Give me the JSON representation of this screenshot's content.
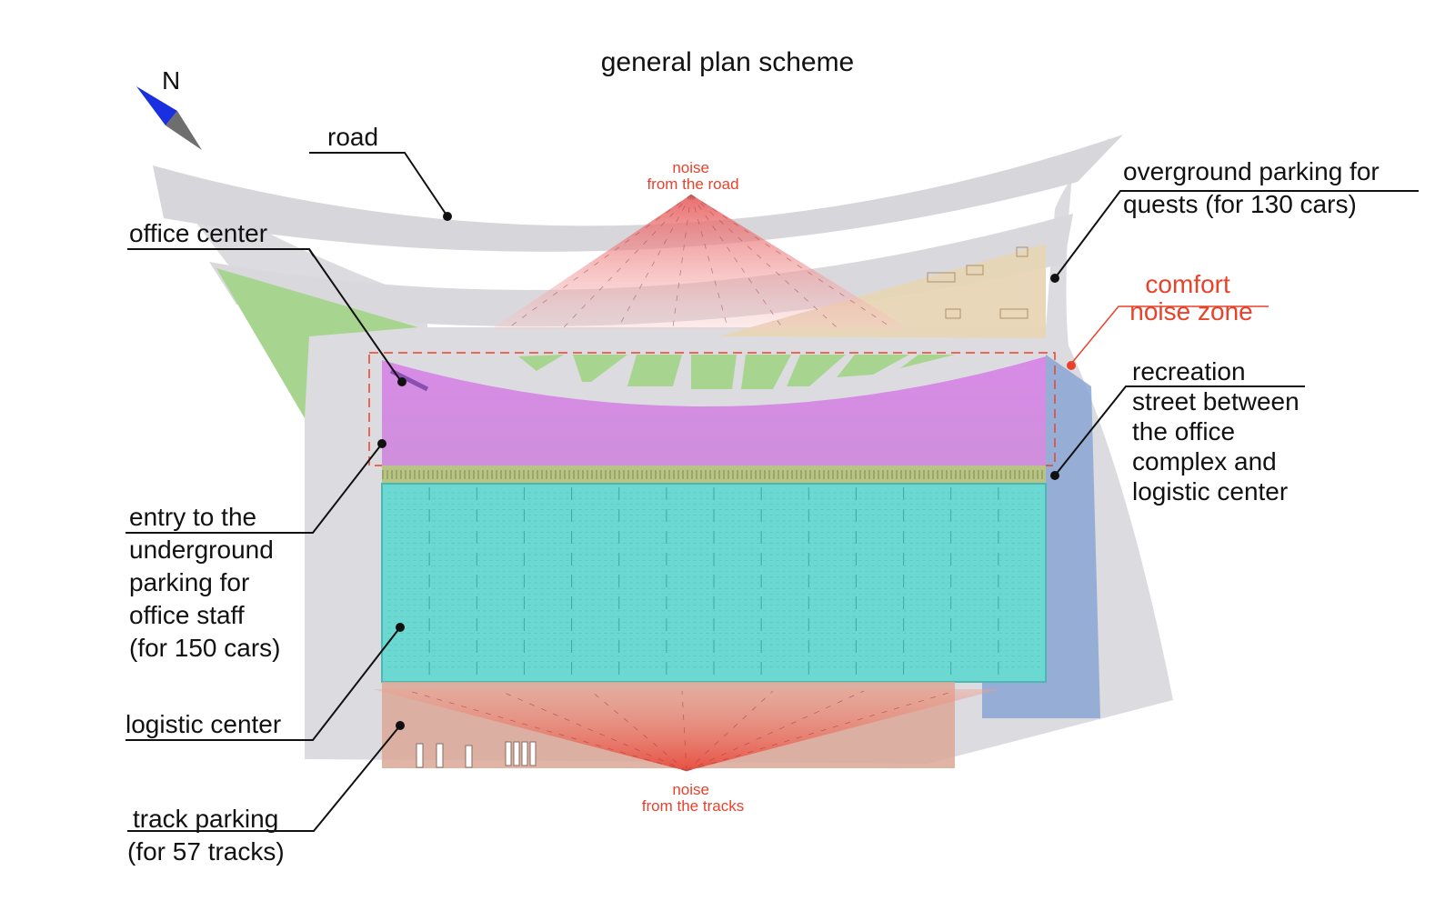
{
  "title": "general plan scheme",
  "compass": {
    "letter": "N",
    "icon": "north-arrow-icon"
  },
  "labels": {
    "road": "road",
    "office_center": "office center",
    "overground_parking": [
      "overground parking for",
      "quests (for 130 cars)"
    ],
    "comfort_noise_zone": [
      "comfort",
      "noise zone"
    ],
    "recreation_street": [
      "recreation",
      "street between",
      "the office",
      "complex and",
      "logistic center"
    ],
    "entry_underground": [
      "entry to the",
      "underground",
      "parking for",
      "office staff",
      "(for 150 cars)"
    ],
    "logistic_center": "logistic center",
    "track_parking": [
      "track parking",
      "(for 57 tracks)"
    ]
  },
  "noise": {
    "road": [
      "noise",
      "from the road"
    ],
    "tracks": [
      "noise",
      "from the tracks"
    ]
  },
  "colors": {
    "road": "#d9d9de",
    "office": "#d38fe0",
    "logistic": "#62d9d2",
    "green": "#a9d690",
    "parking": "#e8d6b6",
    "track_parking": "#dba896",
    "noise": "#f07a7a",
    "accent_red": "#e8422c",
    "shadow": "#7f9cc8"
  }
}
